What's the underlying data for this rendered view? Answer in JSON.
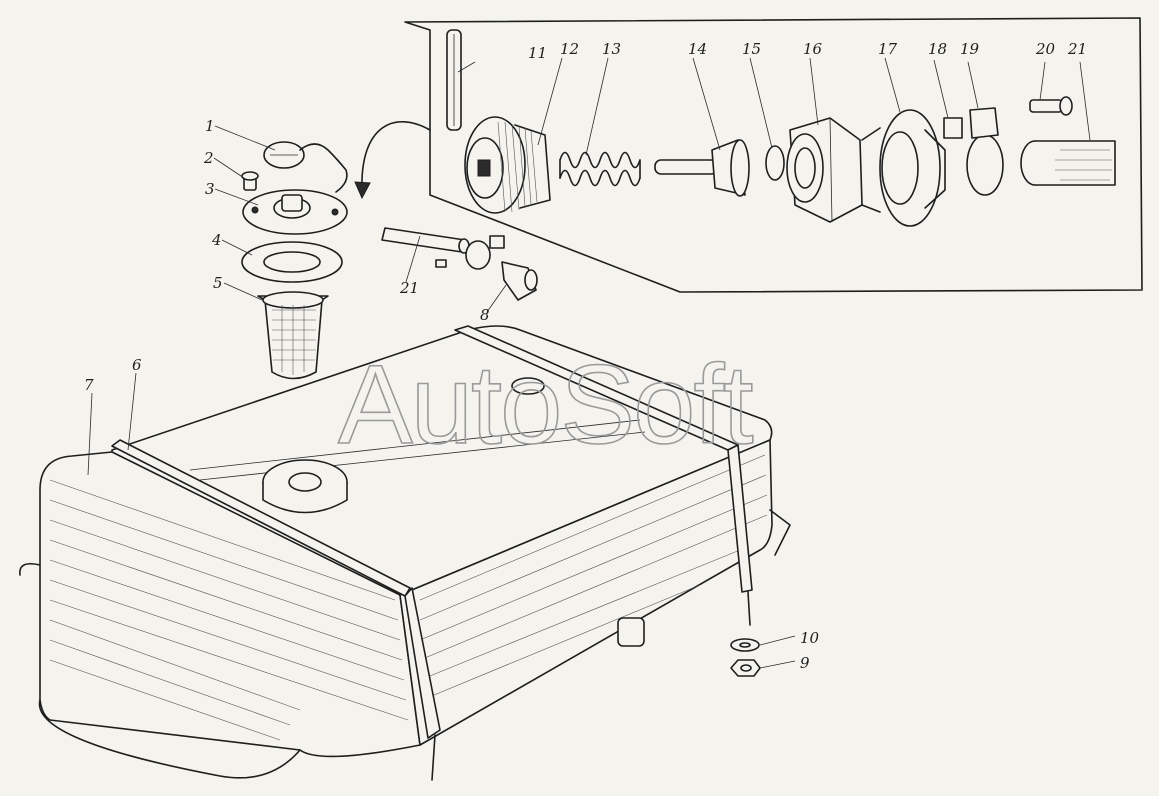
{
  "watermark": "AutoSoft",
  "callouts": [
    {
      "id": "c1",
      "label": "1"
    },
    {
      "id": "c2",
      "label": "2"
    },
    {
      "id": "c3",
      "label": "3"
    },
    {
      "id": "c4",
      "label": "4"
    },
    {
      "id": "c5",
      "label": "5"
    },
    {
      "id": "c6",
      "label": "6"
    },
    {
      "id": "c7",
      "label": "7"
    },
    {
      "id": "c8",
      "label": "8"
    },
    {
      "id": "c9",
      "label": "9"
    },
    {
      "id": "c10",
      "label": "10"
    },
    {
      "id": "c11",
      "label": "11"
    },
    {
      "id": "c12",
      "label": "12"
    },
    {
      "id": "c13",
      "label": "13"
    },
    {
      "id": "c14",
      "label": "14"
    },
    {
      "id": "c15",
      "label": "15"
    },
    {
      "id": "c16",
      "label": "16"
    },
    {
      "id": "c17",
      "label": "17"
    },
    {
      "id": "c18",
      "label": "18"
    },
    {
      "id": "c19",
      "label": "19"
    },
    {
      "id": "c20",
      "label": "20"
    },
    {
      "id": "c21a",
      "label": "21"
    },
    {
      "id": "c21b",
      "label": "21"
    }
  ]
}
